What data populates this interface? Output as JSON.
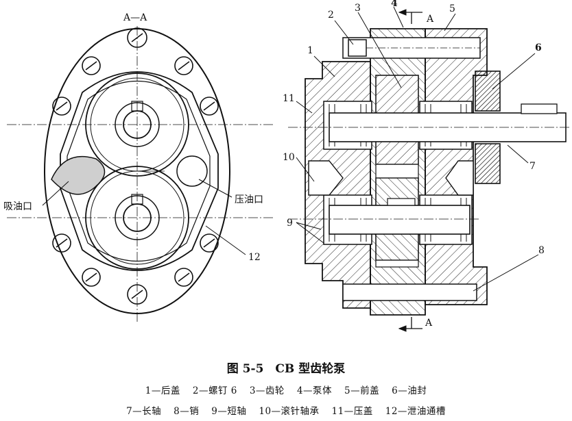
{
  "section_labels": {
    "a_a_top": "A—A",
    "a_arrow_top": "A",
    "a_arrow_bottom": "A"
  },
  "port_labels": {
    "suction": "吸油口",
    "discharge": "压油口"
  },
  "part_numbers": [
    "1",
    "2",
    "3",
    "4",
    "5",
    "6",
    "7",
    "8",
    "9",
    "10",
    "11",
    "12"
  ],
  "caption": {
    "title": "图 5-5　CB 型齿轮泵",
    "legend_line1": [
      {
        "num": "1",
        "name": "后盖"
      },
      {
        "num": "2",
        "name": "螺钉 6"
      },
      {
        "num": "3",
        "name": "齿轮"
      },
      {
        "num": "4",
        "name": "泵体"
      },
      {
        "num": "5",
        "name": "前盖"
      },
      {
        "num": "6",
        "name": "油封"
      }
    ],
    "legend_line2": [
      {
        "num": "7",
        "name": "长轴"
      },
      {
        "num": "8",
        "name": "销"
      },
      {
        "num": "9",
        "name": "短轴"
      },
      {
        "num": "10",
        "name": "滚针轴承"
      },
      {
        "num": "11",
        "name": "压盖"
      },
      {
        "num": "12",
        "name": "泄油通槽"
      }
    ]
  }
}
